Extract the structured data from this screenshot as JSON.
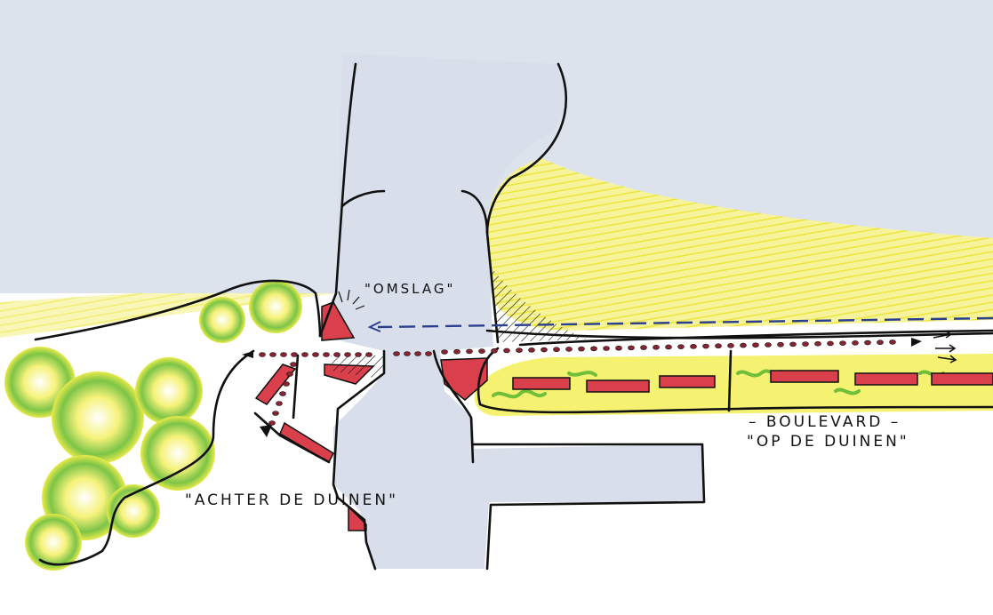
{
  "labels": {
    "omslag": "\"OMSLAG\"",
    "boulevard": "– BOULEVARD –",
    "op_de_duinen": "\"OP DE DUINEN\"",
    "achter_de_duinen": "\"ACHTER DE DUINEN\""
  },
  "colors": {
    "sea": "#dde3ec",
    "water": "#d9dfea",
    "dune_yellow": "#f4f06a",
    "dune_green": "#6fbf3a",
    "building_red": "#d9404c",
    "outline": "#111111",
    "route_dots": "#8a2432",
    "sightline_blue": "#2b3f8f"
  }
}
